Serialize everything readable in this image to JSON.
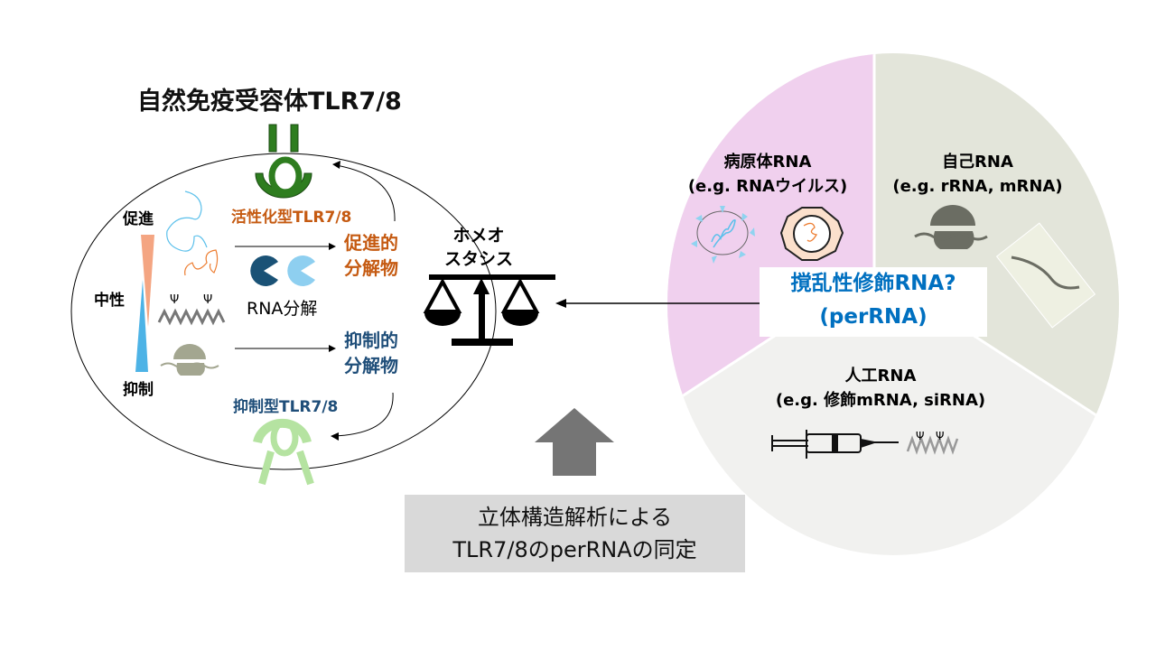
{
  "title": "自然免疫受容体TLR7/8",
  "left": {
    "gradient_labels": {
      "promote": "促進",
      "neutral": "中性",
      "suppress": "抑制"
    },
    "active_tlr": "活性化型TLR7/8",
    "suppress_tlr": "抑制型TLR7/8",
    "promote_product": [
      "促進的",
      "分解物"
    ],
    "suppress_product": [
      "抑制的",
      "分解物"
    ],
    "rna_degradation": "RNA分解",
    "psi": "Ψ"
  },
  "homeostasis": [
    "ホメオ",
    "スタシス"
  ],
  "pie": {
    "pathogen": {
      "title": "病原体RNA",
      "example": "(e.g. RNAウイルス)"
    },
    "self": {
      "title": "自己RNA",
      "example": "(e.g. rRNA, mRNA)"
    },
    "artificial": {
      "title": "人工RNA",
      "example": "(e.g. 修飾mRNA, siRNA)"
    },
    "center": [
      "撹乱性修飾RNA?",
      "(perRNA)"
    ]
  },
  "bottom_box": [
    "立体構造解析による",
    "TLR7/8のperRNAの同定"
  ],
  "colors": {
    "orange": "#c55a11",
    "teal": "#1f4e79",
    "blue": "#0070c0",
    "dark_green": "#2e7d1f",
    "light_green": "#b5e3a1",
    "pink": "#f0d0ee",
    "sage": "#e3e5da",
    "light_gray": "#f1f1ef"
  }
}
